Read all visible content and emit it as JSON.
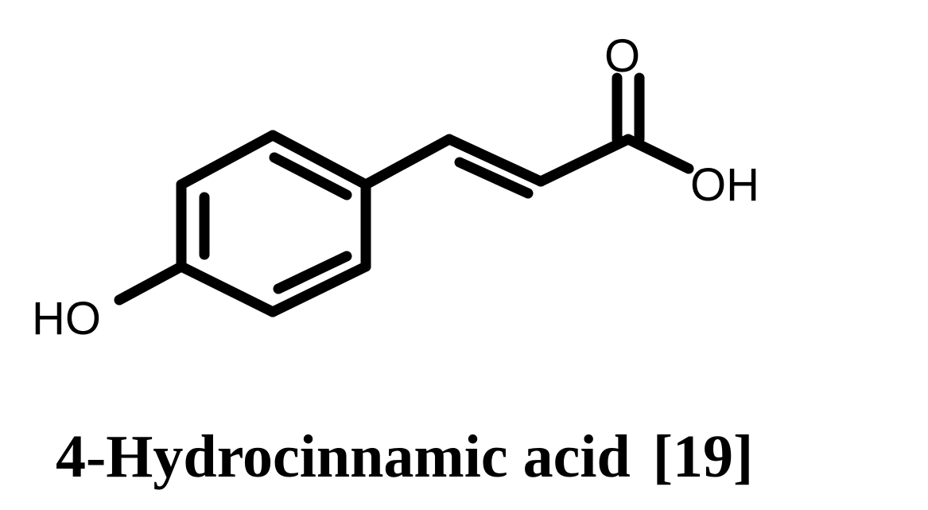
{
  "atoms": {
    "carbonyl_o": "O",
    "acid_oh": "OH",
    "phenol_ho": "HO"
  },
  "caption": {
    "compound_name": "4-Hydrocinnamic acid",
    "reference": "[19]"
  }
}
